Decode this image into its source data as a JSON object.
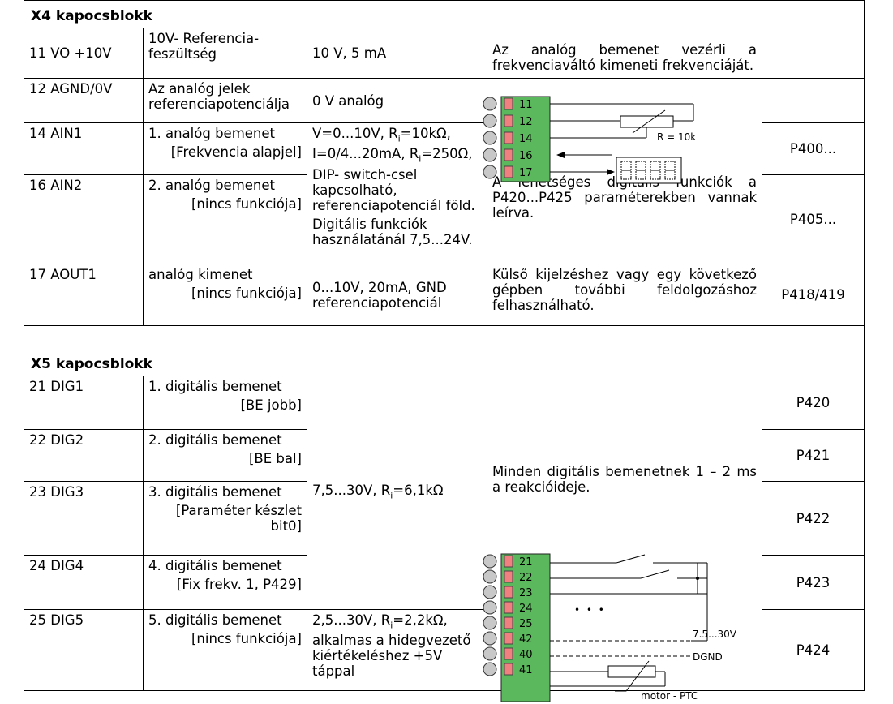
{
  "x4": {
    "title": "X4 kapocsblokk",
    "rows": [
      {
        "pin": "11  VO +10V",
        "func_line1": "10V- Referencia-",
        "func_line2": "feszültség",
        "spec": "10 V, 5 mA",
        "param": ""
      },
      {
        "pin": "12  AGND/0V",
        "func_line1": "Az analóg jelek",
        "func_line2": "referenciapotenciálja",
        "spec": "0 V analóg",
        "param": ""
      },
      {
        "pin": "14  AIN1",
        "func_line1": "1. analóg bemenet",
        "func_line2": "[Frekvencia alapjel]",
        "param": "P400..."
      },
      {
        "pin": "16  AIN2",
        "func_line1": "2. analóg bemenet",
        "func_line2": "[nincs funkciója]",
        "param": "P405..."
      },
      {
        "pin": "17  AOUT1",
        "func_line1": "analóg kimenet",
        "func_line2": "[nincs funkciója]",
        "spec_line1": "0...10V, 20mA, GND",
        "spec_line2": "referenciapotenciál",
        "param": "P418/419"
      }
    ],
    "ain_spec": {
      "l1": "V=0...10V, R",
      "l1_sub": "i",
      "l1_rest": "=10kΩ,",
      "l2": "I=0/4...20mA, R",
      "l2_sub": "i",
      "l2_rest": "=250Ω,",
      "l3": "DIP- switch-csel",
      "l4": "kapcsolható,",
      "l5": "referenciapotenciál föld.",
      "l6": "Digitális funkciók",
      "l7": "használatánál 7,5...24V."
    },
    "desc_control": "Az analóg bemenet vezérli a frekvenciaváltó kimeneti frekvenciáját.",
    "desc_digital": "A lehetséges digitális funkciók a P420...P425 paraméterekben vannak leírva.",
    "desc_aout": "Külső kijelzéshez vagy egy következő gépben további feldolgozáshoz felhasználható.",
    "diagram": {
      "pins": [
        "11",
        "12",
        "14",
        "16",
        "17"
      ],
      "resistor_label": "R = 10k"
    }
  },
  "x5": {
    "title": "X5 kapocsblokk",
    "rows": [
      {
        "pin": "21  DIG1",
        "func_line1": "1. digitális bemenet",
        "func_line2": "[BE jobb]",
        "param": "P420"
      },
      {
        "pin": "22  DIG2",
        "func_line1": "2. digitális bemenet",
        "func_line2": "[BE bal]",
        "param": "P421"
      },
      {
        "pin": "23  DIG3",
        "func_line1": "3. digitális bemenet",
        "func_line2": "[Paraméter készlet",
        "func_line3": "bit0]",
        "param": "P422"
      },
      {
        "pin": "24  DIG4",
        "func_line1": "4. digitális bemenet",
        "func_line2": "[Fix frekv. 1, P429]",
        "param": "P423"
      },
      {
        "pin": "25  DIG5",
        "func_line1": "5. digitális bemenet",
        "func_line2": "[nincs funkciója]",
        "param": "P424"
      }
    ],
    "dig_spec": {
      "pre": "7,5...30V, R",
      "sub": "i",
      "post": "=6,1kΩ"
    },
    "dig5_spec": {
      "pre": "2,5...30V, R",
      "sub": "i",
      "post": "=2,2kΩ,",
      "l2": "alkalmas a hidegvezető",
      "l3": "kiértékeléshez +5V",
      "l4": "táppal"
    },
    "desc": "Minden digitális bemenetnek 1 – 2 ms a reakcióideje.",
    "diagram": {
      "pins": [
        "21",
        "22",
        "23",
        "24",
        "25",
        "42",
        "40",
        "41"
      ],
      "ellipsis": "• • •",
      "v_label": "7.5...30V",
      "gnd_label": "DGND",
      "ptc_label": "motor - PTC"
    }
  }
}
